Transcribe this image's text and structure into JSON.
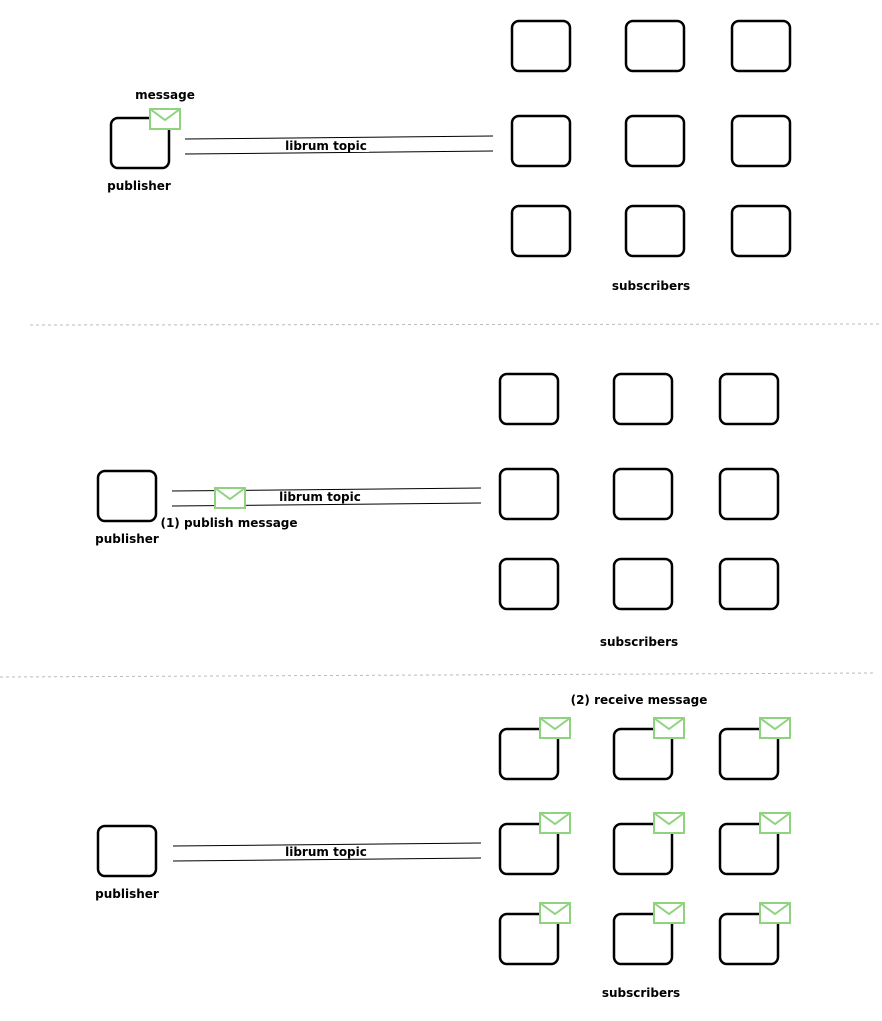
{
  "colors": {
    "node_stroke": "#000000",
    "envelope": "#8fd37f",
    "divider": "#bbbbbb",
    "line": "#000000"
  },
  "icon": "envelope-icon",
  "panels": [
    {
      "publisher_label": "publisher",
      "topic_label": "librum topic",
      "subscribers_label": "subscribers",
      "message_label": "message"
    },
    {
      "publisher_label": "publisher",
      "topic_label": "librum topic",
      "subscribers_label": "subscribers",
      "step_label": "(1) publish message"
    },
    {
      "publisher_label": "publisher",
      "topic_label": "librum topic",
      "subscribers_label": "subscribers",
      "step_label": "(2) receive message"
    }
  ]
}
